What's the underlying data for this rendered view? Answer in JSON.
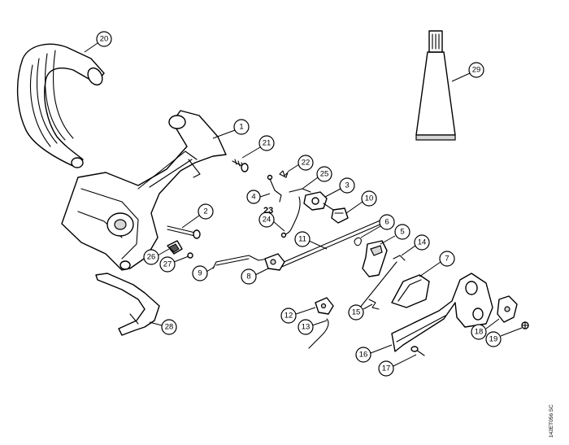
{
  "diagram": {
    "callouts": [
      {
        "id": "20",
        "label": "20"
      },
      {
        "id": "29",
        "label": "29"
      },
      {
        "id": "1",
        "label": "1"
      },
      {
        "id": "21",
        "label": "21"
      },
      {
        "id": "22",
        "label": "22"
      },
      {
        "id": "25",
        "label": "25"
      },
      {
        "id": "3",
        "label": "3"
      },
      {
        "id": "4",
        "label": "4"
      },
      {
        "id": "10",
        "label": "10"
      },
      {
        "id": "24",
        "label": "24"
      },
      {
        "id": "2",
        "label": "2"
      },
      {
        "id": "6",
        "label": "6"
      },
      {
        "id": "5",
        "label": "5"
      },
      {
        "id": "11",
        "label": "11"
      },
      {
        "id": "14",
        "label": "14"
      },
      {
        "id": "26",
        "label": "26"
      },
      {
        "id": "27",
        "label": "27"
      },
      {
        "id": "9",
        "label": "9"
      },
      {
        "id": "8",
        "label": "8"
      },
      {
        "id": "7",
        "label": "7"
      },
      {
        "id": "12",
        "label": "12"
      },
      {
        "id": "15",
        "label": "15"
      },
      {
        "id": "13",
        "label": "13"
      },
      {
        "id": "28",
        "label": "28"
      },
      {
        "id": "18",
        "label": "18"
      },
      {
        "id": "19",
        "label": "19"
      },
      {
        "id": "16",
        "label": "16"
      },
      {
        "id": "17",
        "label": "17"
      }
    ],
    "free_label": "23",
    "drawing_code": "142ET056 SC"
  }
}
